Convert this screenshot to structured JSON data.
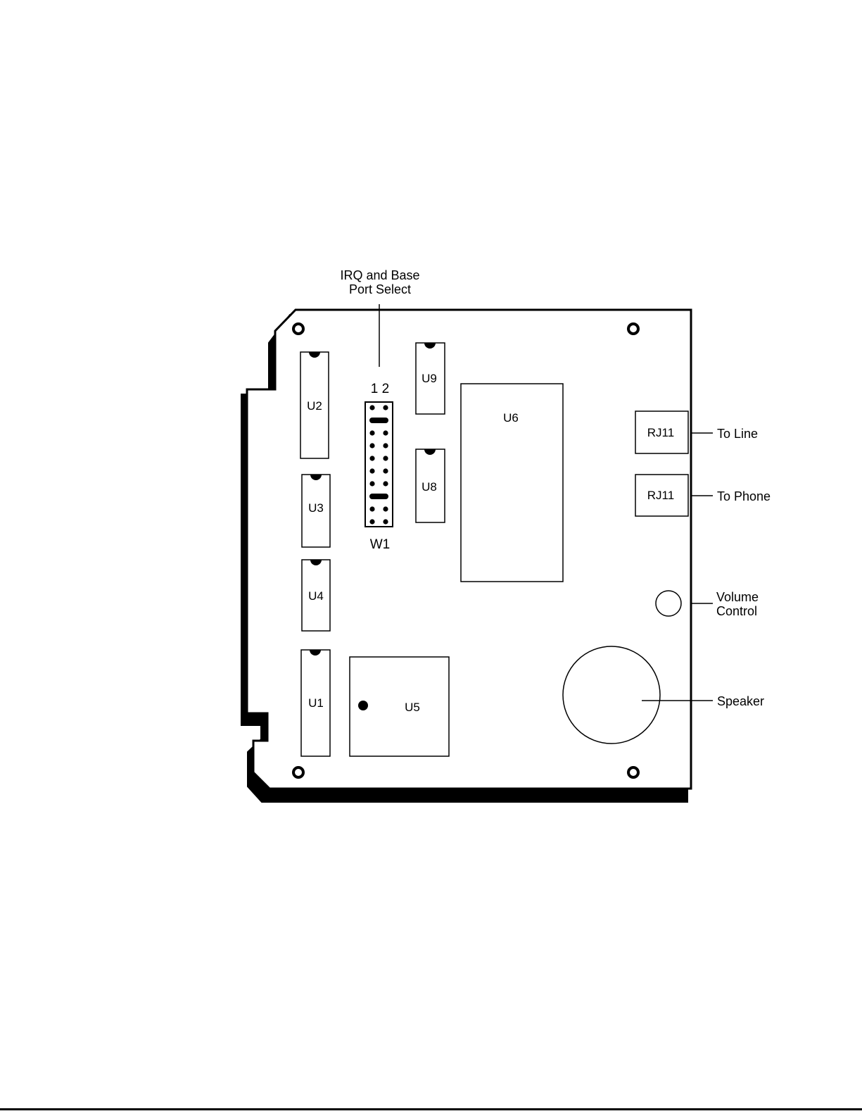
{
  "callouts": {
    "jumper_title_line1": "IRQ and Base",
    "jumper_title_line2": "Port Select",
    "to_line": "To Line",
    "to_phone": "To Phone",
    "volume_line1": "Volume",
    "volume_line2": "Control",
    "speaker": "Speaker"
  },
  "jumper": {
    "name": "W1",
    "pin_numbers": "1 2",
    "jumpered_rows": [
      2,
      8
    ]
  },
  "components": {
    "u1": "U1",
    "u2": "U2",
    "u3": "U3",
    "u4": "U4",
    "u5": "U5",
    "u6": "U6",
    "u8": "U8",
    "u9": "U9",
    "rj11_line": "RJ11",
    "rj11_phone": "RJ11"
  },
  "colors": {
    "ink": "#000000",
    "board": "#ffffff"
  }
}
